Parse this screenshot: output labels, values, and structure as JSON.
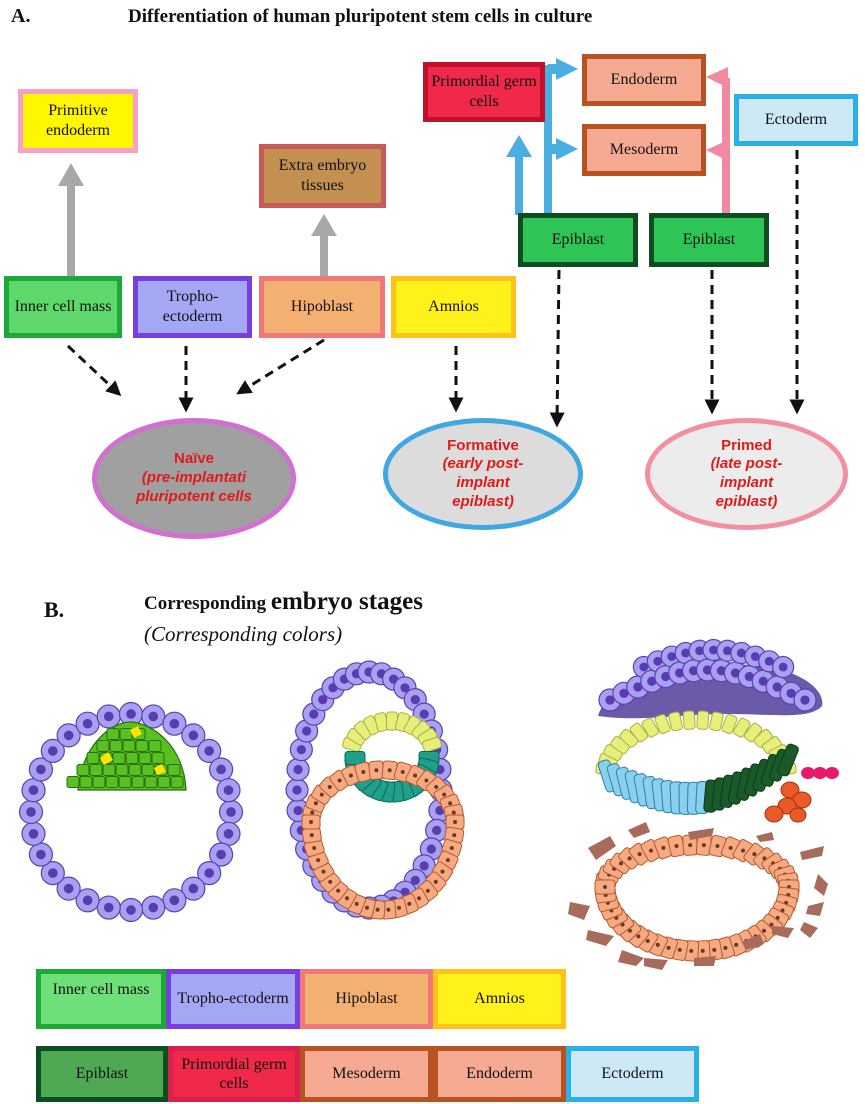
{
  "section_a": {
    "letter": "A.",
    "title": "Differentiation of human pluripotent stem cells in culture"
  },
  "boxes": {
    "primitive_endoderm": "Primitive endoderm",
    "extra_embryo_tissues": "Extra embryo tissues",
    "inner_cell_mass": "Inner cell mass",
    "trophoectoderm": "Tropho-ectoderm",
    "hipoblast": "Hipoblast",
    "amnios": "Amnios",
    "primordial_germ_cells": "Primordial germ cells",
    "endoderm": "Endoderm",
    "mesoderm": "Mesoderm",
    "ectoderm": "Ectoderm",
    "epiblast_formative": "Epiblast",
    "epiblast_primed": "Epiblast"
  },
  "states": {
    "naive": {
      "title": "Naïve",
      "subtitle": "(pre-implantati pluripotent cells"
    },
    "formative": {
      "title": "Formative",
      "subtitle": "(early post-implant epiblast)"
    },
    "primed": {
      "title": "Primed",
      "subtitle": "(late post-implant epiblast)"
    }
  },
  "section_b": {
    "letter": "B.",
    "title_prefix": "Corresponding ",
    "title_emphasis": "embryo stages",
    "subtitle": "(Corresponding colors)"
  },
  "legend": {
    "row1": [
      "Inner cell mass",
      "Tropho-ectoderm",
      "Hipoblast",
      "Amnios"
    ],
    "row2": [
      "Epiblast",
      "Primordial germ cells",
      "Mesoderm",
      "Endoderm",
      "Ectoderm"
    ]
  },
  "colors": {
    "arrow_gray": "#a8a8a8",
    "arrow_blue": "#4aaee0",
    "arrow_pink": "#f08aa0",
    "trophoectoderm": "#a8a0f0",
    "nucleus": "#5a3cb0",
    "inner_cell_mass": "#58c020",
    "epiblast": "#1a5a2a",
    "amnios_cells": "#e8ee7a",
    "teal_cells": "#20a08a",
    "endoderm_cells": "#f7aa82",
    "ectoderm_cells": "#8ad0ec",
    "pgc": "#e8186a",
    "mesoderm_cells": "#e85a28",
    "extra_tissue": "#a86a5a"
  }
}
